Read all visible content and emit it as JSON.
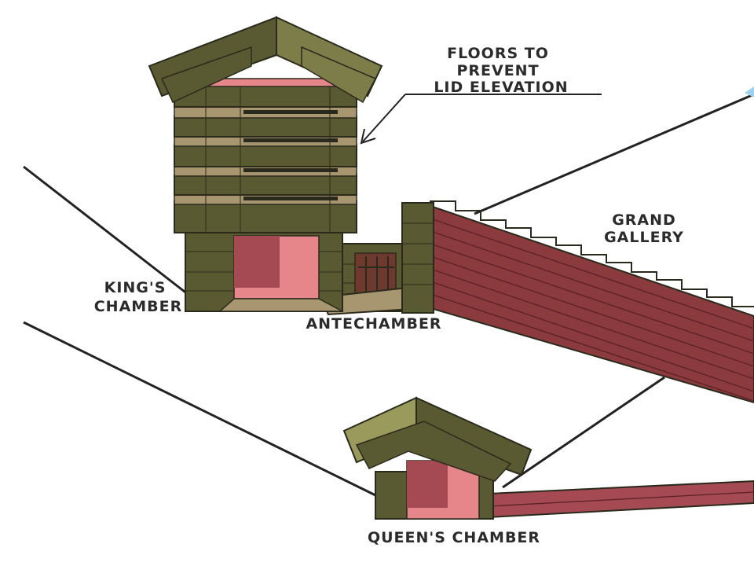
{
  "labels": {
    "floors_note_line1": "FLOORS TO",
    "floors_note_line2": "PREVENT",
    "floors_note_line3": "LID ELEVATION",
    "grand_gallery_line1": "GRAND",
    "grand_gallery_line2": "GALLERY",
    "kings_chamber_line1": "KING'S",
    "kings_chamber_line2": "CHAMBER",
    "antechamber": "ANTECHAMBER",
    "queens_chamber": "QUEEN'S CHAMBER"
  },
  "colors": {
    "stone_olive": "#5a5a32",
    "stone_olive_light": "#7d7d4a",
    "stone_olive_top": "#9a9a5c",
    "stone_tan": "#a89670",
    "chamber_pink": "#e6868a",
    "chamber_dark": "#a54a52",
    "gallery_red": "#8b3a3e",
    "gallery_top": "#a5565a",
    "outline": "#2a2a1c",
    "pyramid_line": "#222222",
    "sky_blue": "#9fd0ef"
  }
}
